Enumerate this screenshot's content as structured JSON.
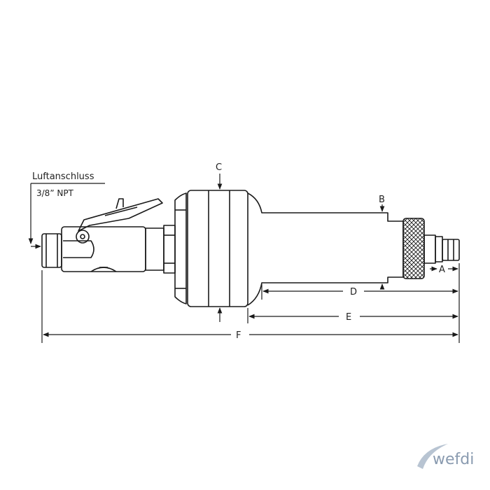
{
  "callout": {
    "air_connection": "Luftanschluss",
    "thread": "3/8” NPT"
  },
  "dimension_labels": {
    "A": "A",
    "B": "B",
    "C": "C",
    "D": "D",
    "E": "E",
    "F": "F"
  },
  "watermark": {
    "brand": "wefdi"
  },
  "colors": {
    "line": "#1a1a1a",
    "watermark": "#8a9bb0"
  }
}
